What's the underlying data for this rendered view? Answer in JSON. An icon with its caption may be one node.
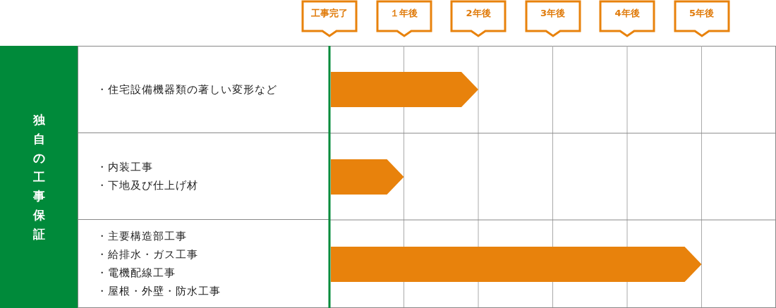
{
  "diagram": {
    "nodes": [
      {
        "text": [
          "独自の工事保証"
        ]
      },
      {
        "text": [
          "・住宅設備機器類の著しい変形など"
        ]
      },
      {
        "text": [
          "・内装工事",
          "・下地及び仕上げ材"
        ]
      },
      {
        "text": [
          "・主要構造部工事",
          "・給排水・ガス工事",
          "・電機配線工事",
          "・屋根・外壁・防水工事"
        ]
      }
    ],
    "chart_data": {
      "type": "bar",
      "orientation": "horizontal",
      "values": [
        2,
        1,
        5
      ],
      "xlim": [
        0,
        6
      ],
      "grid": true,
      "xticks": [
        {
          "value": 0,
          "label": "工事完了"
        },
        {
          "value": 1,
          "label": "１年後"
        },
        {
          "value": 2,
          "label": "2年後"
        },
        {
          "value": 3,
          "label": "3年後"
        },
        {
          "value": 4,
          "label": "4年後"
        },
        {
          "value": 5,
          "label": "5年後"
        }
      ]
    }
  }
}
